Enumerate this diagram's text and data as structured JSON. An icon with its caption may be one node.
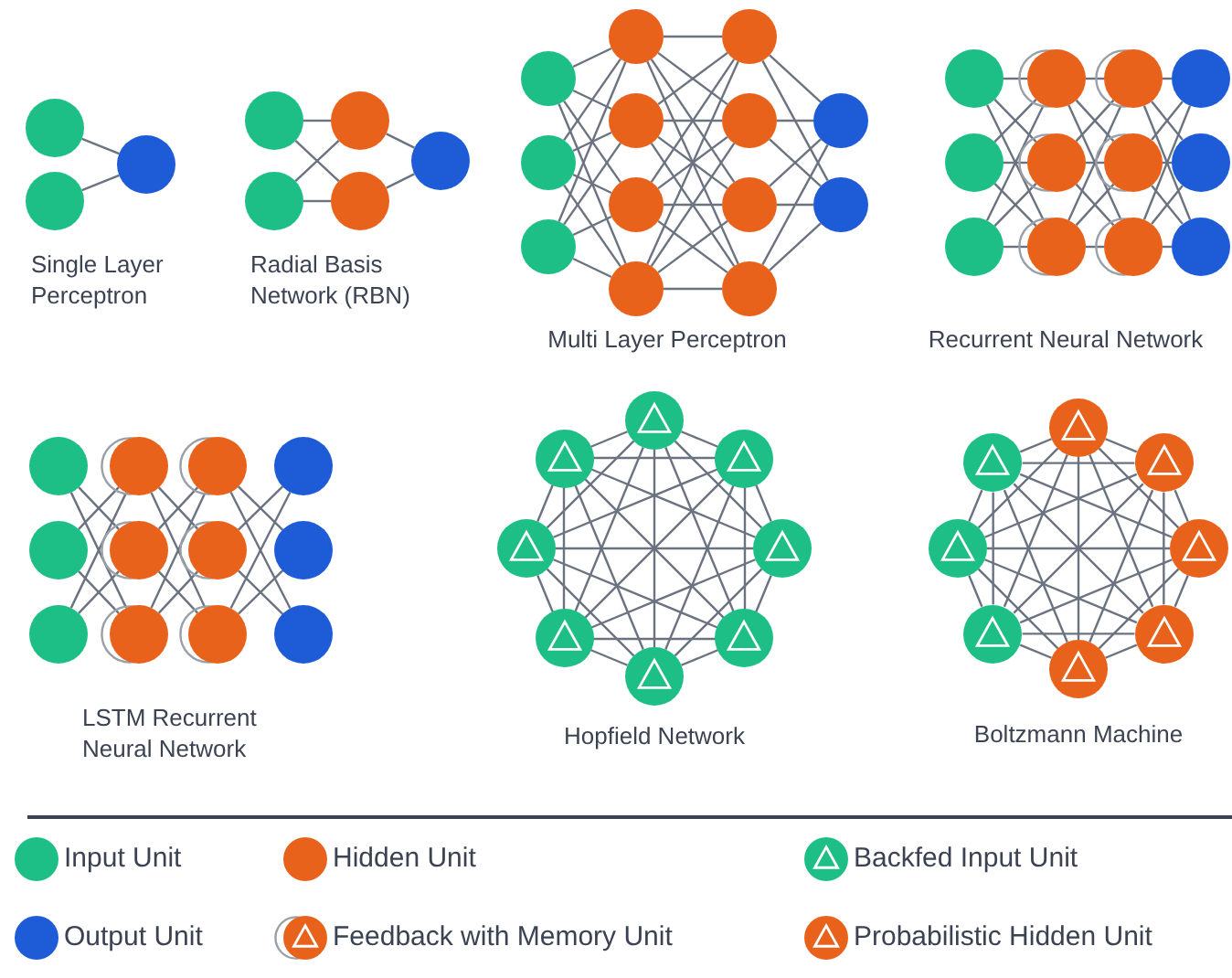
{
  "diagram": {
    "nodes": [
      {
        "text": [],
        "shape": "circle"
      },
      {
        "text": [],
        "shape": "circle"
      },
      {
        "text": [],
        "shape": "circle"
      },
      {
        "text": [],
        "shape": "circle"
      },
      {
        "text": [],
        "shape": "circle"
      },
      {
        "text": [],
        "shape": "circle"
      },
      {
        "text": [],
        "shape": "circle"
      },
      {
        "text": [],
        "shape": "circle"
      },
      {
        "text": [],
        "shape": "circle"
      },
      {
        "text": [],
        "shape": "circle"
      },
      {
        "text": [],
        "shape": "circle"
      },
      {
        "text": [],
        "shape": "circle"
      },
      {
        "text": [],
        "shape": "circle"
      },
      {
        "text": [],
        "shape": "circle"
      },
      {
        "text": [],
        "shape": "circle"
      },
      {
        "text": [],
        "shape": "circle"
      },
      {
        "text": [],
        "shape": "circle"
      },
      {
        "text": [],
        "shape": "circle"
      },
      {
        "text": [],
        "shape": "circle"
      },
      {
        "text": [],
        "shape": "circle"
      },
      {
        "text": [],
        "shape": "circle"
      },
      {
        "text": [],
        "shape": "circle"
      },
      {
        "text": [],
        "shape": "circle"
      },
      {
        "text": [],
        "shape": "circle"
      },
      {
        "text": [],
        "shape": "circle"
      },
      {
        "text": [],
        "shape": "circle"
      },
      {
        "text": [],
        "shape": "circle"
      },
      {
        "text": [],
        "shape": "circle"
      },
      {
        "text": [],
        "shape": "circle"
      },
      {
        "text": [],
        "shape": "circle"
      },
      {
        "text": [],
        "shape": "circle"
      },
      {
        "text": [],
        "shape": "circle"
      },
      {
        "text": [],
        "shape": "circle"
      },
      {
        "text": [],
        "shape": "circle"
      },
      {
        "text": [],
        "shape": "circle"
      },
      {
        "text": [],
        "shape": "circle"
      },
      {
        "text": [],
        "shape": "circle"
      },
      {
        "text": [],
        "shape": "circle"
      },
      {
        "text": [],
        "shape": "circle"
      },
      {
        "text": [],
        "shape": "circle"
      },
      {
        "text": [],
        "shape": "circle"
      },
      {
        "text": [],
        "shape": "circle"
      },
      {
        "text": [],
        "shape": "circle"
      },
      {
        "text": [],
        "shape": "circle"
      },
      {
        "text": [],
        "shape": "circle"
      },
      {
        "text": [],
        "shape": "circle"
      },
      {
        "text": [],
        "shape": "circle"
      },
      {
        "text": [],
        "shape": "circle"
      },
      {
        "text": [],
        "shape": "circle"
      },
      {
        "text": [],
        "shape": "circle"
      },
      {
        "text": [],
        "shape": "circle"
      },
      {
        "text": [],
        "shape": "circle"
      },
      {
        "text": [],
        "shape": "circle"
      },
      {
        "text": [],
        "shape": "circle"
      },
      {
        "text": [],
        "shape": "circle"
      },
      {
        "text": [],
        "shape": "circle"
      },
      {
        "text": [],
        "shape": "circle"
      },
      {
        "text": [],
        "shape": "circle"
      },
      {
        "text": [],
        "shape": "circle"
      },
      {
        "text": [],
        "shape": "circle"
      },
      {
        "text": [],
        "shape": "circle"
      }
    ],
    "edges": [
      {
        "from": 0,
        "to": 2,
        "arrow": "none"
      },
      {
        "from": 1,
        "to": 2,
        "arrow": "none"
      },
      {
        "from": 3,
        "to": 5,
        "arrow": "none"
      },
      {
        "from": 3,
        "to": 6,
        "arrow": "none"
      },
      {
        "from": 4,
        "to": 5,
        "arrow": "none"
      },
      {
        "from": 4,
        "to": 6,
        "arrow": "none"
      },
      {
        "from": 5,
        "to": 7,
        "arrow": "none"
      },
      {
        "from": 6,
        "to": 7,
        "arrow": "none"
      },
      {
        "from": 8,
        "to": 11,
        "arrow": "none"
      },
      {
        "from": 8,
        "to": 12,
        "arrow": "none"
      },
      {
        "from": 8,
        "to": 13,
        "arrow": "none"
      },
      {
        "from": 8,
        "to": 14,
        "arrow": "none"
      },
      {
        "from": 9,
        "to": 11,
        "arrow": "none"
      },
      {
        "from": 9,
        "to": 12,
        "arrow": "none"
      },
      {
        "from": 9,
        "to": 13,
        "arrow": "none"
      },
      {
        "from": 9,
        "to": 14,
        "arrow": "none"
      },
      {
        "from": 10,
        "to": 11,
        "arrow": "none"
      },
      {
        "from": 10,
        "to": 12,
        "arrow": "none"
      },
      {
        "from": 10,
        "to": 13,
        "arrow": "none"
      },
      {
        "from": 10,
        "to": 14,
        "arrow": "none"
      },
      {
        "from": 11,
        "to": 15,
        "arrow": "none"
      },
      {
        "from": 11,
        "to": 16,
        "arrow": "none"
      },
      {
        "from": 11,
        "to": 17,
        "arrow": "none"
      },
      {
        "from": 11,
        "to": 18,
        "arrow": "none"
      },
      {
        "from": 12,
        "to": 15,
        "arrow": "none"
      },
      {
        "from": 12,
        "to": 16,
        "arrow": "none"
      },
      {
        "from": 12,
        "to": 17,
        "arrow": "none"
      },
      {
        "from": 12,
        "to": 18,
        "arrow": "none"
      },
      {
        "from": 13,
        "to": 15,
        "arrow": "none"
      },
      {
        "from": 13,
        "to": 16,
        "arrow": "none"
      },
      {
        "from": 13,
        "to": 17,
        "arrow": "none"
      },
      {
        "from": 13,
        "to": 18,
        "arrow": "none"
      },
      {
        "from": 14,
        "to": 15,
        "arrow": "none"
      },
      {
        "from": 14,
        "to": 16,
        "arrow": "none"
      },
      {
        "from": 14,
        "to": 17,
        "arrow": "none"
      },
      {
        "from": 14,
        "to": 18,
        "arrow": "none"
      },
      {
        "from": 15,
        "to": 19,
        "arrow": "none"
      },
      {
        "from": 15,
        "to": 20,
        "arrow": "none"
      },
      {
        "from": 16,
        "to": 19,
        "arrow": "none"
      },
      {
        "from": 16,
        "to": 20,
        "arrow": "none"
      },
      {
        "from": 17,
        "to": 19,
        "arrow": "none"
      },
      {
        "from": 17,
        "to": 20,
        "arrow": "none"
      },
      {
        "from": 18,
        "to": 19,
        "arrow": "none"
      },
      {
        "from": 18,
        "to": 20,
        "arrow": "none"
      },
      {
        "from": 21,
        "to": 24,
        "arrow": "none"
      },
      {
        "from": 21,
        "to": 25,
        "arrow": "none"
      },
      {
        "from": 21,
        "to": 26,
        "arrow": "none"
      },
      {
        "from": 22,
        "to": 24,
        "arrow": "none"
      },
      {
        "from": 22,
        "to": 25,
        "arrow": "none"
      },
      {
        "from": 22,
        "to": 26,
        "arrow": "none"
      },
      {
        "from": 23,
        "to": 24,
        "arrow": "none"
      },
      {
        "from": 23,
        "to": 25,
        "arrow": "none"
      },
      {
        "from": 23,
        "to": 26,
        "arrow": "none"
      },
      {
        "from": 24,
        "to": 27,
        "arrow": "none"
      },
      {
        "from": 24,
        "to": 28,
        "arrow": "none"
      },
      {
        "from": 24,
        "to": 29,
        "arrow": "none"
      },
      {
        "from": 25,
        "to": 27,
        "arrow": "none"
      },
      {
        "from": 25,
        "to": 28,
        "arrow": "none"
      },
      {
        "from": 25,
        "to": 29,
        "arrow": "none"
      },
      {
        "from": 26,
        "to": 27,
        "arrow": "none"
      },
      {
        "from": 26,
        "to": 28,
        "arrow": "none"
      },
      {
        "from": 26,
        "to": 29,
        "arrow": "none"
      },
      {
        "from": 27,
        "to": 30,
        "arrow": "none"
      },
      {
        "from": 27,
        "to": 31,
        "arrow": "none"
      },
      {
        "from": 27,
        "to": 32,
        "arrow": "none"
      },
      {
        "from": 28,
        "to": 30,
        "arrow": "none"
      },
      {
        "from": 28,
        "to": 31,
        "arrow": "none"
      },
      {
        "from": 28,
        "to": 32,
        "arrow": "none"
      },
      {
        "from": 29,
        "to": 30,
        "arrow": "none"
      },
      {
        "from": 29,
        "to": 31,
        "arrow": "none"
      },
      {
        "from": 29,
        "to": 32,
        "arrow": "none"
      },
      {
        "from": 33,
        "to": 37,
        "arrow": "none"
      },
      {
        "from": 33,
        "to": 38,
        "arrow": "none"
      },
      {
        "from": 34,
        "to": 36,
        "arrow": "none"
      },
      {
        "from": 34,
        "to": 38,
        "arrow": "none"
      },
      {
        "from": 35,
        "to": 36,
        "arrow": "none"
      },
      {
        "from": 35,
        "to": 37,
        "arrow": "none"
      },
      {
        "from": 36,
        "to": 40,
        "arrow": "none"
      },
      {
        "from": 36,
        "to": 41,
        "arrow": "none"
      },
      {
        "from": 37,
        "to": 39,
        "arrow": "none"
      },
      {
        "from": 37,
        "to": 41,
        "arrow": "none"
      },
      {
        "from": 38,
        "to": 39,
        "arrow": "none"
      },
      {
        "from": 38,
        "to": 40,
        "arrow": "none"
      },
      {
        "from": 39,
        "to": 43,
        "arrow": "none"
      },
      {
        "from": 39,
        "to": 44,
        "arrow": "none"
      },
      {
        "from": 40,
        "to": 42,
        "arrow": "none"
      },
      {
        "from": 40,
        "to": 44,
        "arrow": "none"
      },
      {
        "from": 41,
        "to": 42,
        "arrow": "none"
      },
      {
        "from": 41,
        "to": 43,
        "arrow": "none"
      },
      {
        "from": 45,
        "to": 46,
        "arrow": "none"
      },
      {
        "from": 45,
        "to": 47,
        "arrow": "none"
      },
      {
        "from": 45,
        "to": 48,
        "arrow": "none"
      },
      {
        "from": 45,
        "to": 49,
        "arrow": "none"
      },
      {
        "from": 45,
        "to": 50,
        "arrow": "none"
      },
      {
        "from": 45,
        "to": 51,
        "arrow": "none"
      },
      {
        "from": 45,
        "to": 52,
        "arrow": "none"
      },
      {
        "from": 46,
        "to": 47,
        "arrow": "none"
      },
      {
        "from": 46,
        "to": 48,
        "arrow": "none"
      },
      {
        "from": 46,
        "to": 49,
        "arrow": "none"
      },
      {
        "from": 46,
        "to": 50,
        "arrow": "none"
      },
      {
        "from": 46,
        "to": 51,
        "arrow": "none"
      },
      {
        "from": 46,
        "to": 52,
        "arrow": "none"
      },
      {
        "from": 47,
        "to": 48,
        "arrow": "none"
      },
      {
        "from": 47,
        "to": 49,
        "arrow": "none"
      },
      {
        "from": 47,
        "to": 50,
        "arrow": "none"
      },
      {
        "from": 47,
        "to": 51,
        "arrow": "none"
      },
      {
        "from": 47,
        "to": 52,
        "arrow": "none"
      },
      {
        "from": 48,
        "to": 49,
        "arrow": "none"
      },
      {
        "from": 48,
        "to": 50,
        "arrow": "none"
      },
      {
        "from": 48,
        "to": 51,
        "arrow": "none"
      },
      {
        "from": 48,
        "to": 52,
        "arrow": "none"
      },
      {
        "from": 49,
        "to": 50,
        "arrow": "none"
      },
      {
        "from": 49,
        "to": 51,
        "arrow": "none"
      },
      {
        "from": 49,
        "to": 52,
        "arrow": "none"
      },
      {
        "from": 50,
        "to": 51,
        "arrow": "none"
      },
      {
        "from": 50,
        "to": 52,
        "arrow": "none"
      },
      {
        "from": 51,
        "to": 52,
        "arrow": "none"
      },
      {
        "from": 53,
        "to": 54,
        "arrow": "none"
      },
      {
        "from": 53,
        "to": 55,
        "arrow": "none"
      },
      {
        "from": 53,
        "to": 56,
        "arrow": "none"
      },
      {
        "from": 53,
        "to": 57,
        "arrow": "none"
      },
      {
        "from": 53,
        "to": 58,
        "arrow": "none"
      },
      {
        "from": 53,
        "to": 59,
        "arrow": "none"
      },
      {
        "from": 53,
        "to": 60,
        "arrow": "none"
      },
      {
        "from": 54,
        "to": 55,
        "arrow": "none"
      },
      {
        "from": 54,
        "to": 56,
        "arrow": "none"
      },
      {
        "from": 54,
        "to": 57,
        "arrow": "none"
      },
      {
        "from": 54,
        "to": 58,
        "arrow": "none"
      },
      {
        "from": 54,
        "to": 59,
        "arrow": "none"
      },
      {
        "from": 54,
        "to": 60,
        "arrow": "none"
      },
      {
        "from": 55,
        "to": 56,
        "arrow": "none"
      },
      {
        "from": 55,
        "to": 57,
        "arrow": "none"
      },
      {
        "from": 55,
        "to": 58,
        "arrow": "none"
      },
      {
        "from": 55,
        "to": 59,
        "arrow": "none"
      },
      {
        "from": 55,
        "to": 60,
        "arrow": "none"
      },
      {
        "from": 56,
        "to": 57,
        "arrow": "none"
      },
      {
        "from": 56,
        "to": 58,
        "arrow": "none"
      },
      {
        "from": 56,
        "to": 59,
        "arrow": "none"
      },
      {
        "from": 56,
        "to": 60,
        "arrow": "none"
      },
      {
        "from": 57,
        "to": 58,
        "arrow": "none"
      },
      {
        "from": 57,
        "to": 59,
        "arrow": "none"
      },
      {
        "from": 57,
        "to": 60,
        "arrow": "none"
      },
      {
        "from": 58,
        "to": 59,
        "arrow": "none"
      },
      {
        "from": 58,
        "to": 60,
        "arrow": "none"
      },
      {
        "from": 59,
        "to": 60,
        "arrow": "none"
      }
    ],
    "labels": [
      "Single Layer Perceptron",
      "Radial Basis Network (RBN)",
      "Multi Layer Perceptron",
      "Recurrent Neural Network",
      "LSTM Recurrent Neural Network",
      "Hopfield Network",
      "Boltzmann Machine"
    ],
    "legend": [
      {
        "text": "Input Unit",
        "color": "#1dbf86"
      },
      {
        "text": "Hidden Unit",
        "color": "#e8621c"
      },
      {
        "text": "Backfed Input Unit"
      },
      {
        "text": "Output Unit",
        "color": "#1e5bd6"
      },
      {
        "text": "Feedback with Memory Unit"
      },
      {
        "text": "Probabilistic Hidden Unit"
      }
    ]
  }
}
